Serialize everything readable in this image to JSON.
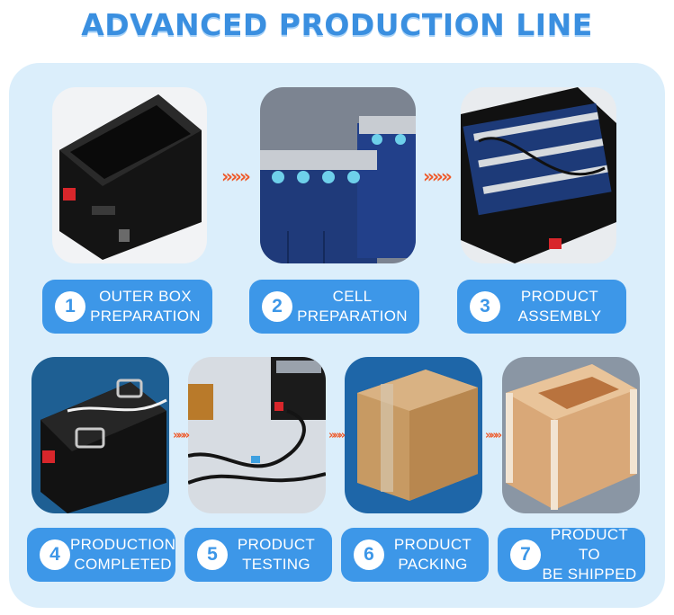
{
  "title": "ADVANCED PRODUCTION LINE",
  "arrow_glyph": "»»»",
  "steps": [
    {
      "num": "1",
      "line1": "OUTER BOX",
      "line2": "PREPARATION"
    },
    {
      "num": "2",
      "line1": "CELL",
      "line2": "PREPARATION"
    },
    {
      "num": "3",
      "line1": "PRODUCT",
      "line2": "ASSEMBLY"
    },
    {
      "num": "4",
      "line1": "PRODUCTION",
      "line2": "COMPLETED"
    },
    {
      "num": "5",
      "line1": "PRODUCT",
      "line2": "TESTING"
    },
    {
      "num": "6",
      "line1": "PRODUCT",
      "line2": "PACKING"
    },
    {
      "num": "7",
      "line1": "PRODUCT TO",
      "line2": "BE SHIPPED"
    }
  ],
  "colors": {
    "accent_blue": "#3d97e8",
    "title_blue": "#3a8fe0",
    "panel_bg": "#dbeefb",
    "arrow_orange": "#ee5a2a"
  }
}
